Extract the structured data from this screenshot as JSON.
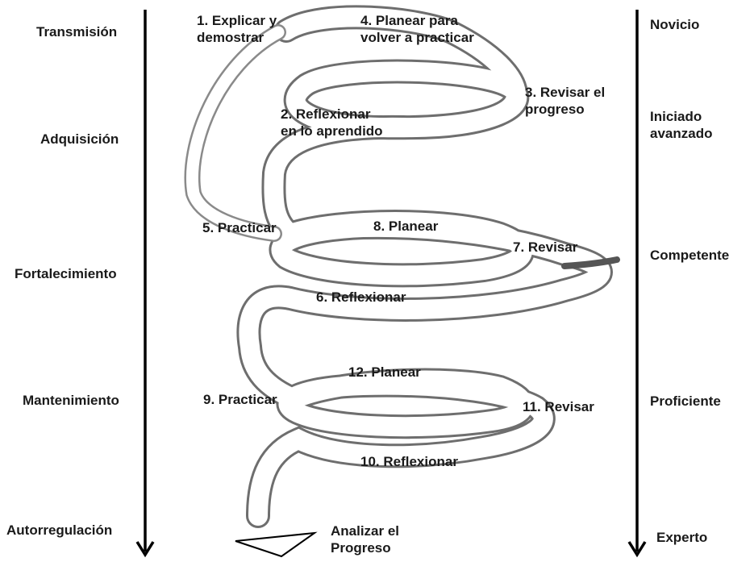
{
  "left_stages": [
    "Transmisión",
    "Adquisición",
    "Fortalecimiento",
    "Mantenimiento",
    "Autorregulación"
  ],
  "right_levels": [
    "Novicio",
    "Iniciado\navanzado",
    "Competente",
    "Proficiente",
    "Experto"
  ],
  "steps": {
    "s1": "1. Explicar y\ndemostrar",
    "s2": "2. Reflexionar\nen lo aprendido",
    "s3": "3. Revisar el\nprogreso",
    "s4": "4. Planear para\nvolver a practicar",
    "s5": "5. Practicar",
    "s6": "6. Reflexionar",
    "s7": "7. Revisar",
    "s8": "8. Planear",
    "s9": "9. Practicar",
    "s10": "10. Reflexionar",
    "s11": "11. Revisar",
    "s12": "12. Planear"
  },
  "final_step": "Analizar el\nProgreso",
  "colors": {
    "text": "#1a1a1a",
    "arrow": "#000000",
    "tube_stroke": "#6e6e6e",
    "tube_fill": "#ffffff"
  },
  "icons": {
    "left_arrow": "down-arrow-icon",
    "right_arrow": "down-arrow-icon",
    "funnel": "triangle-funnel-icon"
  }
}
